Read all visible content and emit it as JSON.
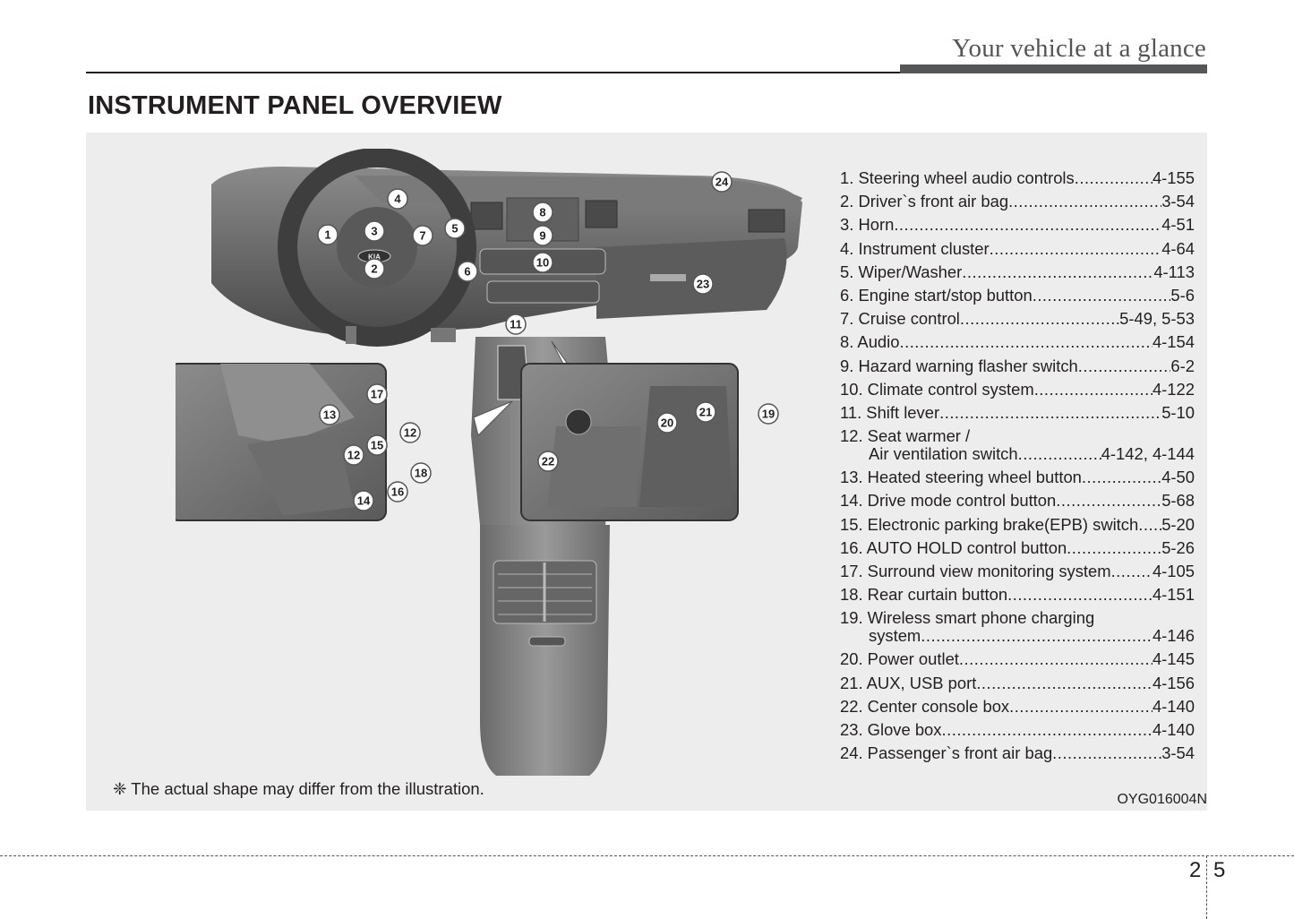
{
  "header": {
    "section_title": "Your vehicle at a glance"
  },
  "page_title": "INSTRUMENT PANEL OVERVIEW",
  "illustration": {
    "callouts": [
      "1",
      "2",
      "3",
      "4",
      "5",
      "6",
      "7",
      "8",
      "9",
      "10",
      "11",
      "12",
      "13",
      "14",
      "15",
      "16",
      "17",
      "18",
      "19",
      "20",
      "21",
      "22",
      "23",
      "24"
    ],
    "inset_left_callouts": [
      "17",
      "13",
      "12",
      "15",
      "12",
      "18",
      "16",
      "14"
    ],
    "inset_right_callouts": [
      "20",
      "21",
      "19"
    ],
    "logo_text": "KIA"
  },
  "legend": [
    {
      "label": "1. Steering wheel audio controls",
      "page": "4-155"
    },
    {
      "label": "2. Driver`s front air bag",
      "page": "3-54"
    },
    {
      "label": "3. Horn",
      "page": "4-51"
    },
    {
      "label": "4. Instrument cluster",
      "page": "4-64"
    },
    {
      "label": "5. Wiper/Washer",
      "page": "4-113"
    },
    {
      "label": "6. Engine start/stop button",
      "page": "5-6"
    },
    {
      "label": "7. Cruise control",
      "page": "5-49, 5-53"
    },
    {
      "label": "8. Audio",
      "page": "4-154"
    },
    {
      "label": "9. Hazard warning flasher switch",
      "page": "6-2"
    },
    {
      "label": "10. Climate control system",
      "page": "4-122"
    },
    {
      "label": "11. Shift lever",
      "page": "5-10"
    },
    {
      "label": "12. Seat warmer /",
      "label2": "Air ventilation switch",
      "page": "4-142, 4-144"
    },
    {
      "label": "13. Heated steering wheel button",
      "page": "4-50"
    },
    {
      "label": "14. Drive mode control button",
      "page": "5-68"
    },
    {
      "label": "15. Electronic parking brake(EPB) switch",
      "page": "5-20"
    },
    {
      "label": "16. AUTO HOLD control button",
      "page": "5-26"
    },
    {
      "label": "17. Surround view monitoring system",
      "page": "4-105"
    },
    {
      "label": "18. Rear curtain button",
      "page": "4-151"
    },
    {
      "label": "19. Wireless smart phone charging",
      "label2": "system",
      "page": "4-146"
    },
    {
      "label": "20. Power outlet",
      "page": "4-145"
    },
    {
      "label": "21. AUX, USB port",
      "page": "4-156"
    },
    {
      "label": "22. Center console box",
      "page": "4-140"
    },
    {
      "label": "23. Glove box",
      "page": "4-140"
    },
    {
      "label": "24. Passenger`s front air bag",
      "page": "3-54"
    }
  ],
  "note": "❈ The actual shape may differ from the illustration.",
  "figure_code": "OYG016004N",
  "footer": {
    "chapter": "2",
    "page": "5"
  }
}
